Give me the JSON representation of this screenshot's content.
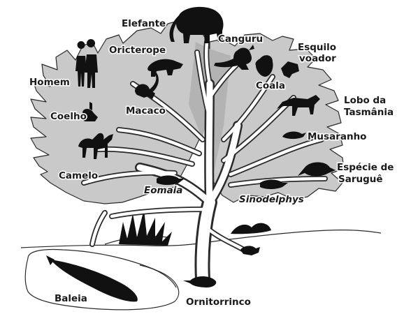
{
  "labels": {
    "elefante": "Elefante",
    "canguru": "Canguru",
    "esquilo_1": "Esquilo",
    "esquilo_2": "voador",
    "oricterope": "Oricterope",
    "homem": "Homem",
    "coala": "Coala",
    "lobo_1": "Lobo da",
    "lobo_2": "Tasmânia",
    "coelho": "Coelho",
    "macaco": "Macaco",
    "musaranho": "Musaranho",
    "especie_1": "Espécie de",
    "especie_2": "Saruguê",
    "camelo": "Camelo",
    "eomaia": "Eomaia",
    "sinodelphys": "Sinodelphys",
    "baleia": "Baleia",
    "ornitorrinco": "Ornitorrinco"
  }
}
